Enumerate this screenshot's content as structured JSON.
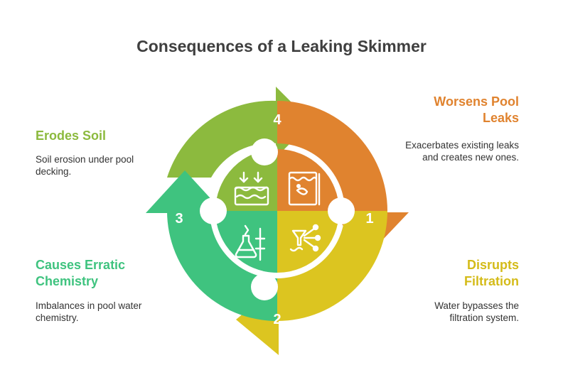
{
  "title": "Consequences of a Leaking Skimmer",
  "steps": [
    {
      "number": "1",
      "title": "Worsens Pool Leaks",
      "description": "Exacerbates existing leaks and creates new ones.",
      "color": "#e0832f",
      "icon": "leaking-pool-icon"
    },
    {
      "number": "2",
      "title": "Disrupts Filtration",
      "description": "Water bypasses the filtration system.",
      "color": "#dcc520",
      "icon": "filtration-funnel-icon"
    },
    {
      "number": "3",
      "title": "Causes Erratic Chemistry",
      "description": "Imbalances in pool water chemistry.",
      "color": "#3fc37f",
      "icon": "chemistry-flask-icon"
    },
    {
      "number": "4",
      "title": "Erodes Soil",
      "description": "Soil erosion under pool decking.",
      "color": "#8cba3e",
      "icon": "soil-erosion-icon"
    }
  ]
}
